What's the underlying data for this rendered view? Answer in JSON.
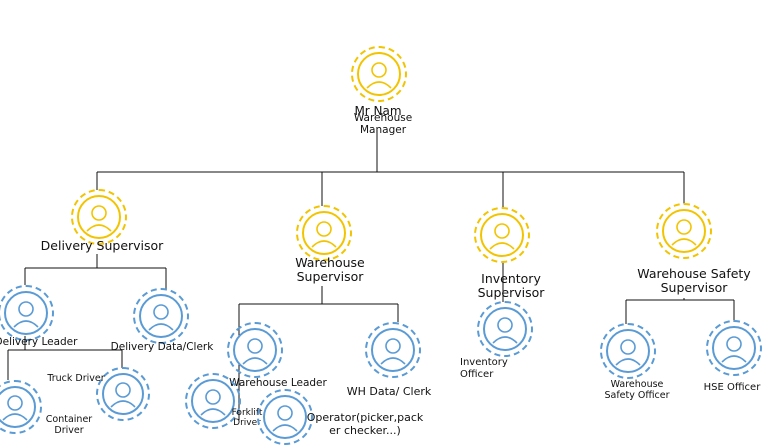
{
  "colors": {
    "gold": "#f2c400",
    "blue": "#5a9bd5",
    "line": "#111111"
  },
  "nodes": {
    "manager": {
      "name": "Mr Nam",
      "title": "Warehouse Manager"
    },
    "delivery_supervisor": "Delivery Supervisor",
    "warehouse_supervisor": "Warehouse Supervisor",
    "inventory_supervisor": "Inventory Supervisor",
    "safety_supervisor": "Warehouse Safety Supervisor",
    "delivery_leader": "Delivery Leader",
    "delivery_data_clerk": "Delivery Data/Clerk",
    "truck_driver": "Truck Driver",
    "container_driver": "Container Driver",
    "warehouse_leader": "Warehouse Leader",
    "wh_data_clerk": "WH Data/ Clerk",
    "forklift_driver": "Forklift Driver",
    "operator": "Operator(picker,packer checker...)",
    "inventory_officer": "Inventory Officer",
    "safety_officer": "Warehouse Safety Officer",
    "hse_officer": "HSE Officer"
  }
}
